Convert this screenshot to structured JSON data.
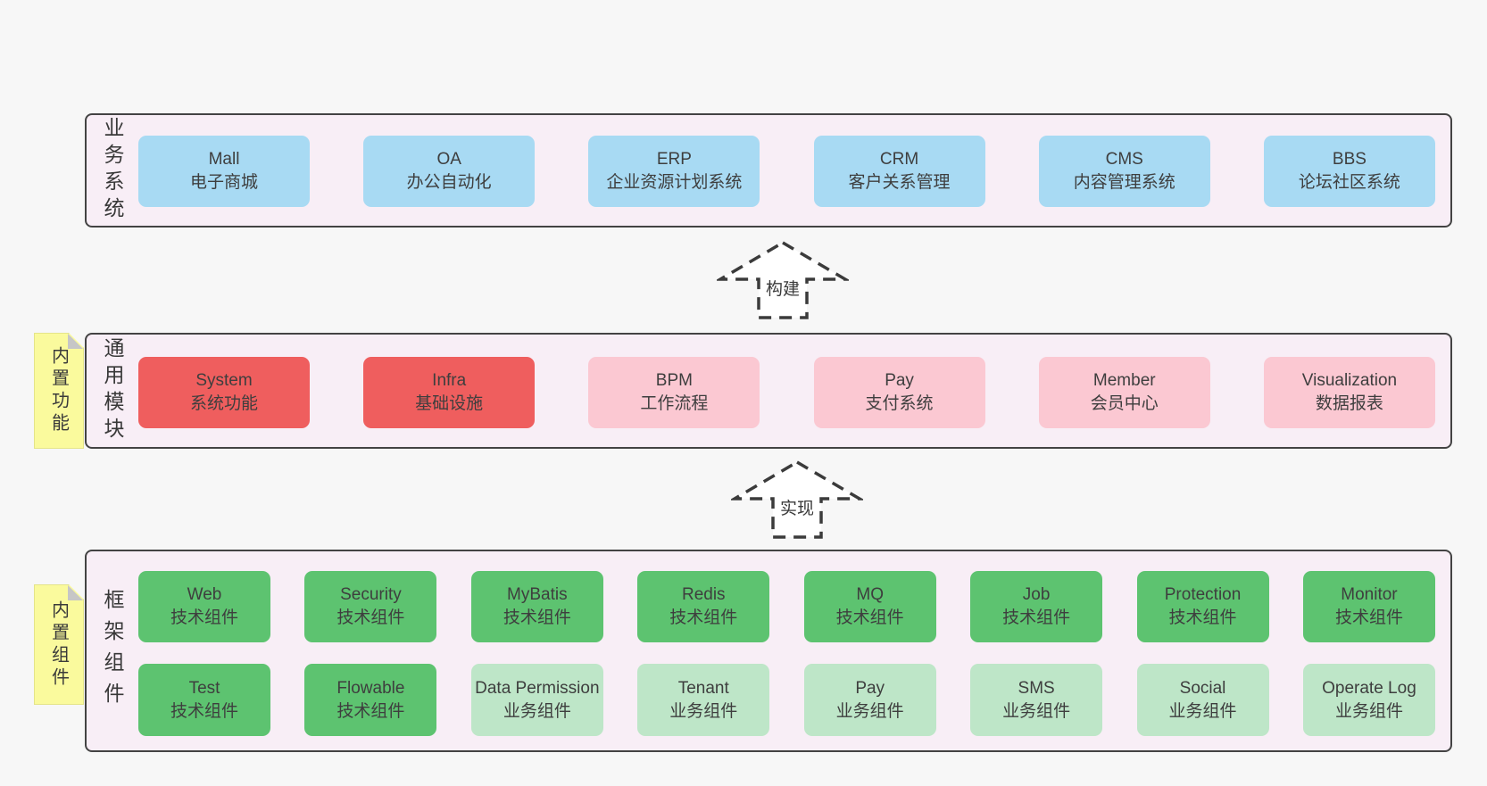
{
  "layers": {
    "business": {
      "label": "业务系统",
      "boxes": [
        {
          "name": "Mall",
          "desc": "电子商城"
        },
        {
          "name": "OA",
          "desc": "办公自动化"
        },
        {
          "name": "ERP",
          "desc": "企业资源计划系统"
        },
        {
          "name": "CRM",
          "desc": "客户关系管理"
        },
        {
          "name": "CMS",
          "desc": "内容管理系统"
        },
        {
          "name": "BBS",
          "desc": "论坛社区系统"
        }
      ]
    },
    "modules": {
      "label": "通用模块",
      "note": "内置功能",
      "boxes": [
        {
          "name": "System",
          "desc": "系统功能",
          "variant": "red"
        },
        {
          "name": "Infra",
          "desc": "基础设施",
          "variant": "red"
        },
        {
          "name": "BPM",
          "desc": "工作流程",
          "variant": "pink"
        },
        {
          "name": "Pay",
          "desc": "支付系统",
          "variant": "pink"
        },
        {
          "name": "Member",
          "desc": "会员中心",
          "variant": "pink"
        },
        {
          "name": "Visualization",
          "desc": "数据报表",
          "variant": "pink"
        }
      ]
    },
    "components": {
      "label": "框架组件",
      "note": "内置组件",
      "row1": [
        {
          "name": "Web",
          "desc": "技术组件",
          "variant": "green"
        },
        {
          "name": "Security",
          "desc": "技术组件",
          "variant": "green"
        },
        {
          "name": "MyBatis",
          "desc": "技术组件",
          "variant": "green"
        },
        {
          "name": "Redis",
          "desc": "技术组件",
          "variant": "green"
        },
        {
          "name": "MQ",
          "desc": "技术组件",
          "variant": "green"
        },
        {
          "name": "Job",
          "desc": "技术组件",
          "variant": "green"
        },
        {
          "name": "Protection",
          "desc": "技术组件",
          "variant": "green"
        },
        {
          "name": "Monitor",
          "desc": "技术组件",
          "variant": "green"
        }
      ],
      "row2": [
        {
          "name": "Test",
          "desc": "技术组件",
          "variant": "green"
        },
        {
          "name": "Flowable",
          "desc": "技术组件",
          "variant": "green"
        },
        {
          "name": "Data Permission",
          "desc": "业务组件",
          "variant": "lightgreen"
        },
        {
          "name": "Tenant",
          "desc": "业务组件",
          "variant": "lightgreen"
        },
        {
          "name": "Pay",
          "desc": "业务组件",
          "variant": "lightgreen"
        },
        {
          "name": "SMS",
          "desc": "业务组件",
          "variant": "lightgreen"
        },
        {
          "name": "Social",
          "desc": "业务组件",
          "variant": "lightgreen"
        },
        {
          "name": "Operate Log",
          "desc": "业务组件",
          "variant": "lightgreen"
        }
      ]
    }
  },
  "arrows": {
    "build": "构建",
    "implement": "实现"
  },
  "colors": {
    "page_bg": "#f7f7f7",
    "layer_bg": "#f8eef6",
    "layer_border": "#434343",
    "blue": "#a8daf3",
    "red": "#ef5e5e",
    "pink": "#fbc8d2",
    "green": "#5dc370",
    "light_green": "#bee6c8",
    "note_yellow": "#fafa9d",
    "fold_gray": "#c6c6c6",
    "arrow_stroke": "#3b3b3b",
    "text": "#3e3e3e"
  }
}
